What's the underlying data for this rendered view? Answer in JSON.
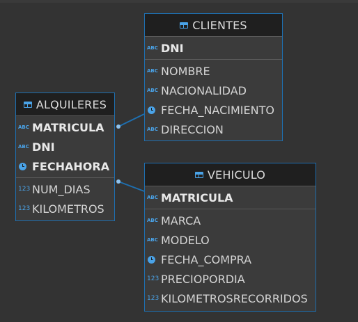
{
  "entities": {
    "alquileres": {
      "title": "ALQUILERES",
      "keys": [
        {
          "name": "MATRICULA",
          "icon": "abc-icon"
        },
        {
          "name": "DNI",
          "icon": "abc-icon"
        },
        {
          "name": "FECHAHORA",
          "icon": "clock-icon"
        }
      ],
      "attributes": [
        {
          "name": "NUM_DIAS",
          "icon": "numeric-icon"
        },
        {
          "name": "KILOMETROS",
          "icon": "numeric-icon"
        }
      ]
    },
    "clientes": {
      "title": "CLIENTES",
      "keys": [
        {
          "name": "DNI",
          "icon": "abc-icon"
        }
      ],
      "attributes": [
        {
          "name": "NOMBRE",
          "icon": "abc-icon"
        },
        {
          "name": "NACIONALIDAD",
          "icon": "abc-icon"
        },
        {
          "name": "FECHA_NACIMIENTO",
          "icon": "clock-icon"
        },
        {
          "name": "DIRECCION",
          "icon": "abc-icon"
        }
      ]
    },
    "vehiculo": {
      "title": "VEHICULO",
      "keys": [
        {
          "name": "MATRICULA",
          "icon": "abc-icon"
        }
      ],
      "attributes": [
        {
          "name": "MARCA",
          "icon": "abc-icon"
        },
        {
          "name": "MODELO",
          "icon": "abc-icon"
        },
        {
          "name": "FECHA_COMPRA",
          "icon": "clock-icon"
        },
        {
          "name": "PRECIOPORDIA",
          "icon": "numeric-icon"
        },
        {
          "name": "KILOMETROSRECORRIDOS",
          "icon": "numeric-icon"
        }
      ]
    }
  },
  "icon_text": {
    "abc": "ABC",
    "num": "123"
  },
  "relationships": [
    {
      "from": "alquileres",
      "to": "clientes"
    },
    {
      "from": "alquileres",
      "to": "vehiculo"
    }
  ],
  "colors": {
    "background": "#333333",
    "entity_border": "#1e6fb0",
    "header_bg": "#1f1f1f",
    "accent": "#4aa3e8"
  }
}
